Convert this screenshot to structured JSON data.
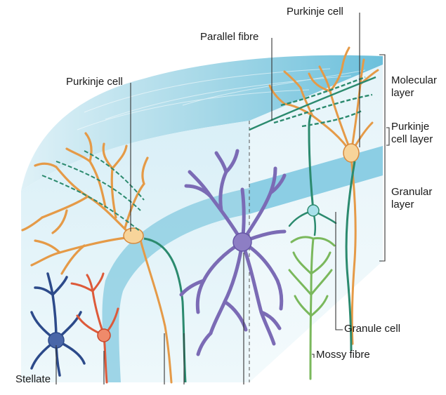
{
  "labels": {
    "purkinje_top": "Purkinje cell",
    "parallel_fibre": "Parallel fibre",
    "purkinje_left": "Purkinje cell",
    "molecular_layer": [
      "Molecular",
      "layer"
    ],
    "purkinje_layer": [
      "Purkinje",
      "cell layer"
    ],
    "granular_layer": [
      "Granular",
      "layer"
    ],
    "granule_cell": "Granule cell",
    "mossy_fibre": "Mossy fibre",
    "stellate": "Stellate"
  },
  "colors": {
    "tissue_surface": "#a9dbe9",
    "tissue_light": "#d6eef6",
    "granular_band": "#6cc0dc",
    "purkinje": "#e59a47",
    "purkinje_soma": "#f7d49a",
    "parallel": "#2b8a6e",
    "basket": "#7b6bb5",
    "stellate": "#2c4a8a",
    "golgi_red": "#dd5a3a",
    "granule": "#7ab85c",
    "mossy": "#5ab24a"
  }
}
